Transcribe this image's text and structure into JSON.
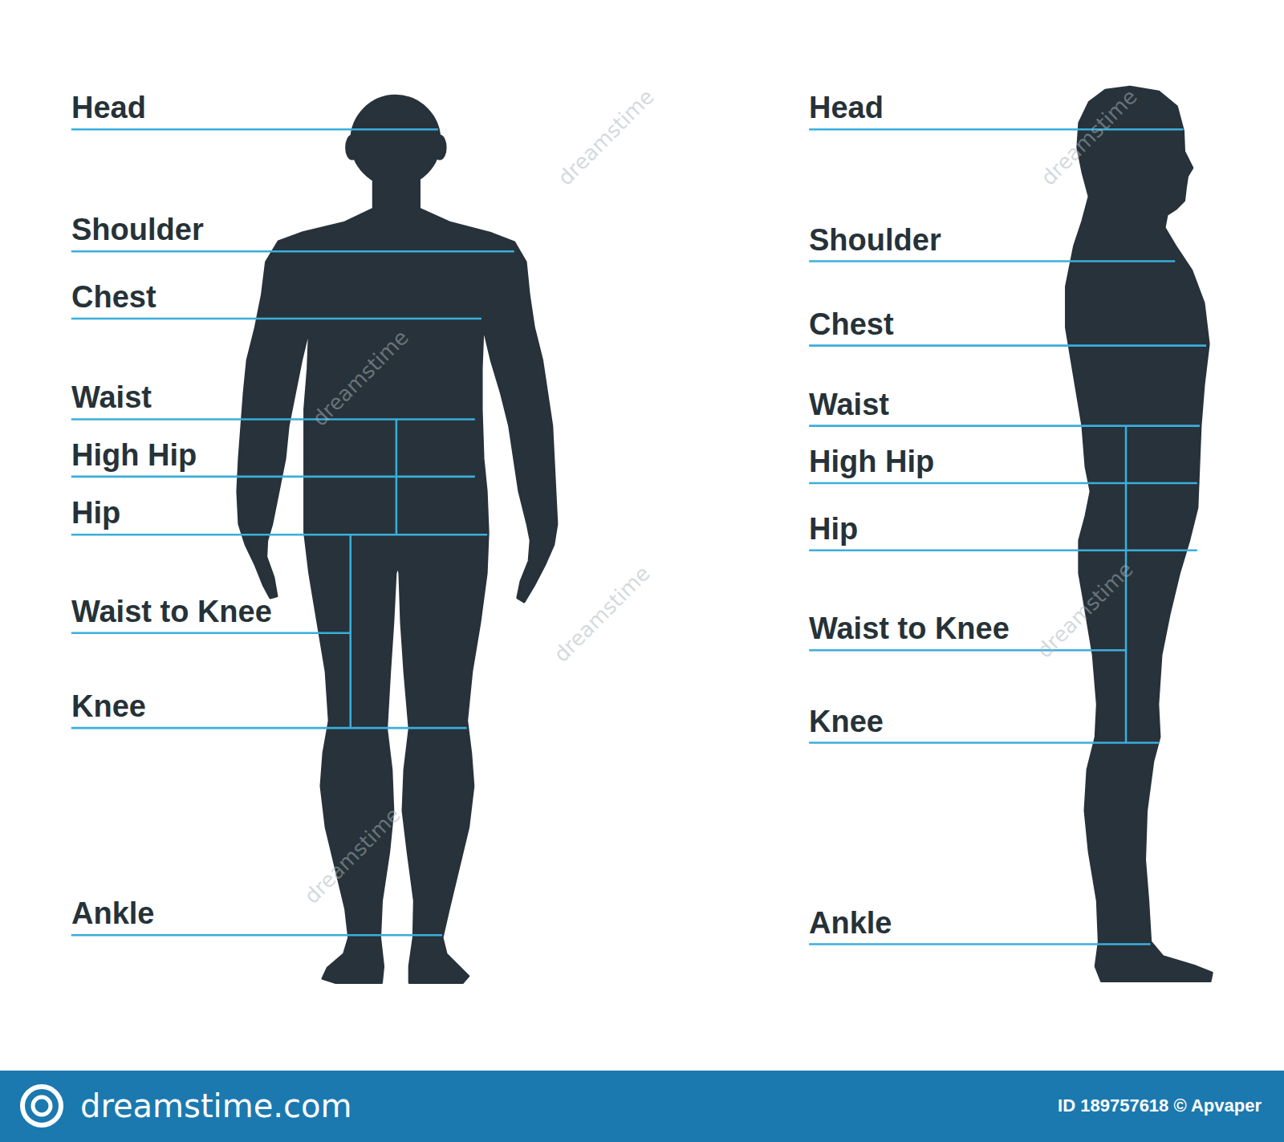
{
  "diagram": {
    "labels": [
      "Head",
      "Shoulder",
      "Chest",
      "Waist",
      "High Hip",
      "Hip",
      "Waist to Knee",
      "Knee",
      "Ankle",
      "Head",
      "Shoulder",
      "Chest",
      "Waist",
      "High Hip",
      "Hip",
      "Waist to Knee",
      "Knee",
      "Ankle",
      "dreamstime",
      "dreamstime",
      "dreamstime",
      "dreamstime",
      "dreamstime",
      "dreamstime",
      "dreamstime.com",
      "ID 189757618 © Apvaper"
    ]
  }
}
